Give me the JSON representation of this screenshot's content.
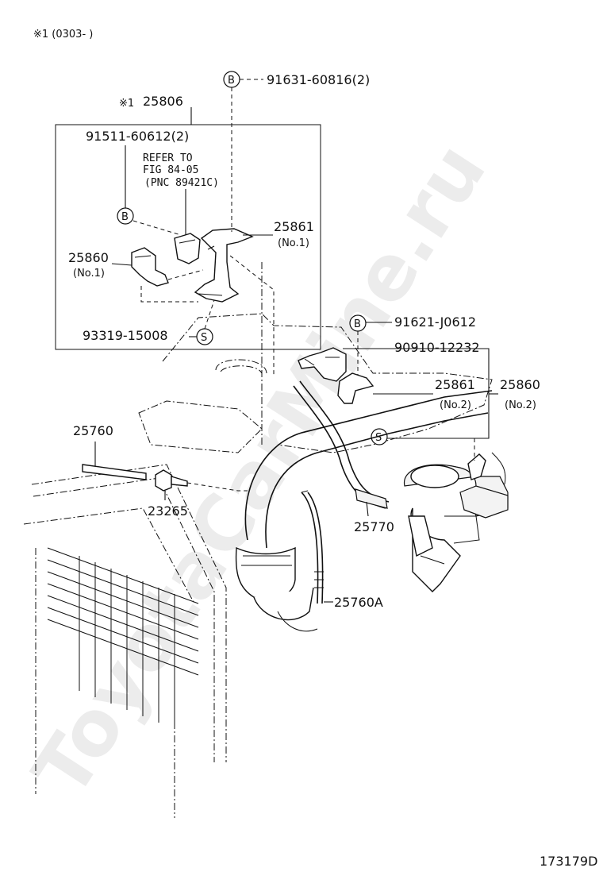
{
  "header": {
    "note": "※1 (0303-          )"
  },
  "watermark": "ToyotaCarMine.ru",
  "figure_id": "173179D",
  "refer": {
    "line1": "REFER TO",
    "line2": "FIG  84-05",
    "line3": "(PNC 89421C)"
  },
  "markers": {
    "b": "B",
    "s": "S"
  },
  "parts": {
    "p91631": "91631-60816(2)",
    "box_mark": "※1",
    "p25806": "25806",
    "p91511": "91511-60612(2)",
    "p25861_a": "25861",
    "p25861_a_sub": "(No.1)",
    "p25860_a": "25860",
    "p25860_a_sub": "(No.1)",
    "p93319": "93319-15008",
    "p91621": "91621-J0612",
    "p90910": "90910-12232",
    "p25861_b": "25861",
    "p25861_b_sub": "(No.2)",
    "p25860_b": "25860",
    "p25860_b_sub": "(No.2)",
    "p25760": "25760",
    "p23265": "23265",
    "p25770": "25770",
    "p25760a": "25760A"
  }
}
